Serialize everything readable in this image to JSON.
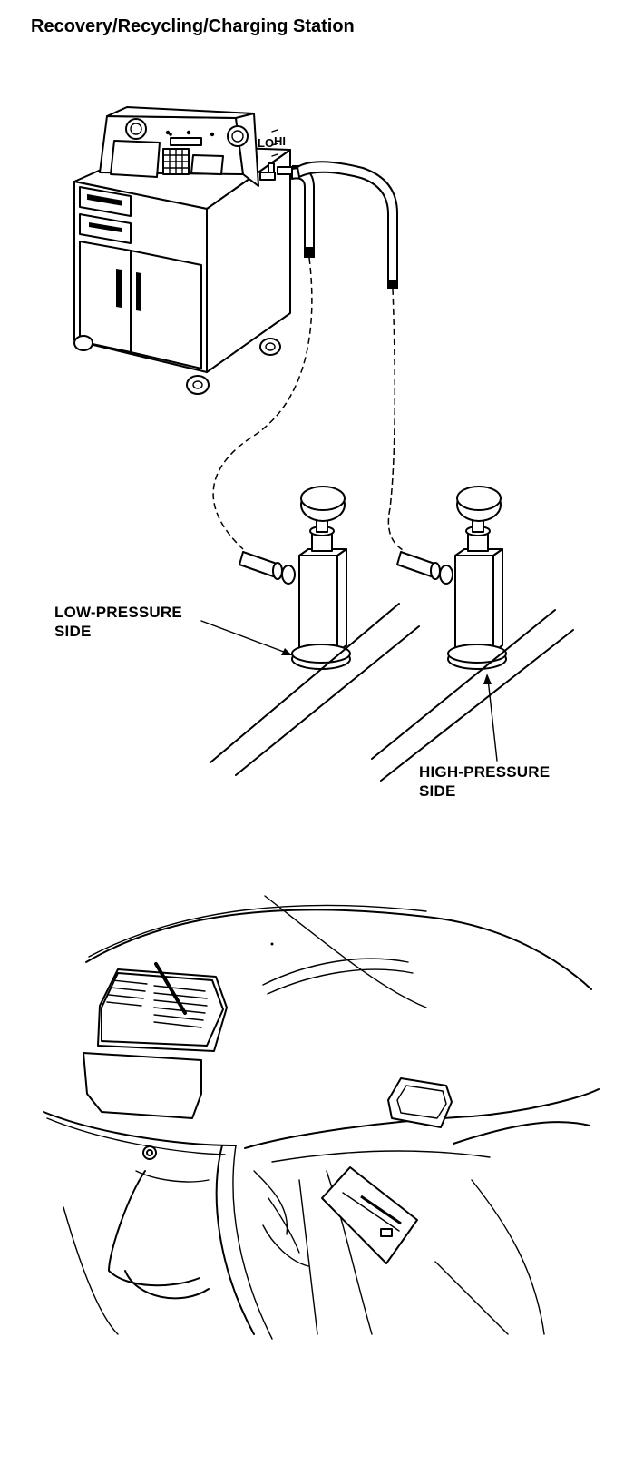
{
  "title": "Recovery/Recycling/Charging Station",
  "station": {
    "port_lo": "LO",
    "port_hi": "HI"
  },
  "labels": {
    "low_pressure": [
      "LOW-PRESSURE",
      "SIDE"
    ],
    "high_pressure": [
      "HIGH-PRESSURE",
      "SIDE"
    ]
  }
}
